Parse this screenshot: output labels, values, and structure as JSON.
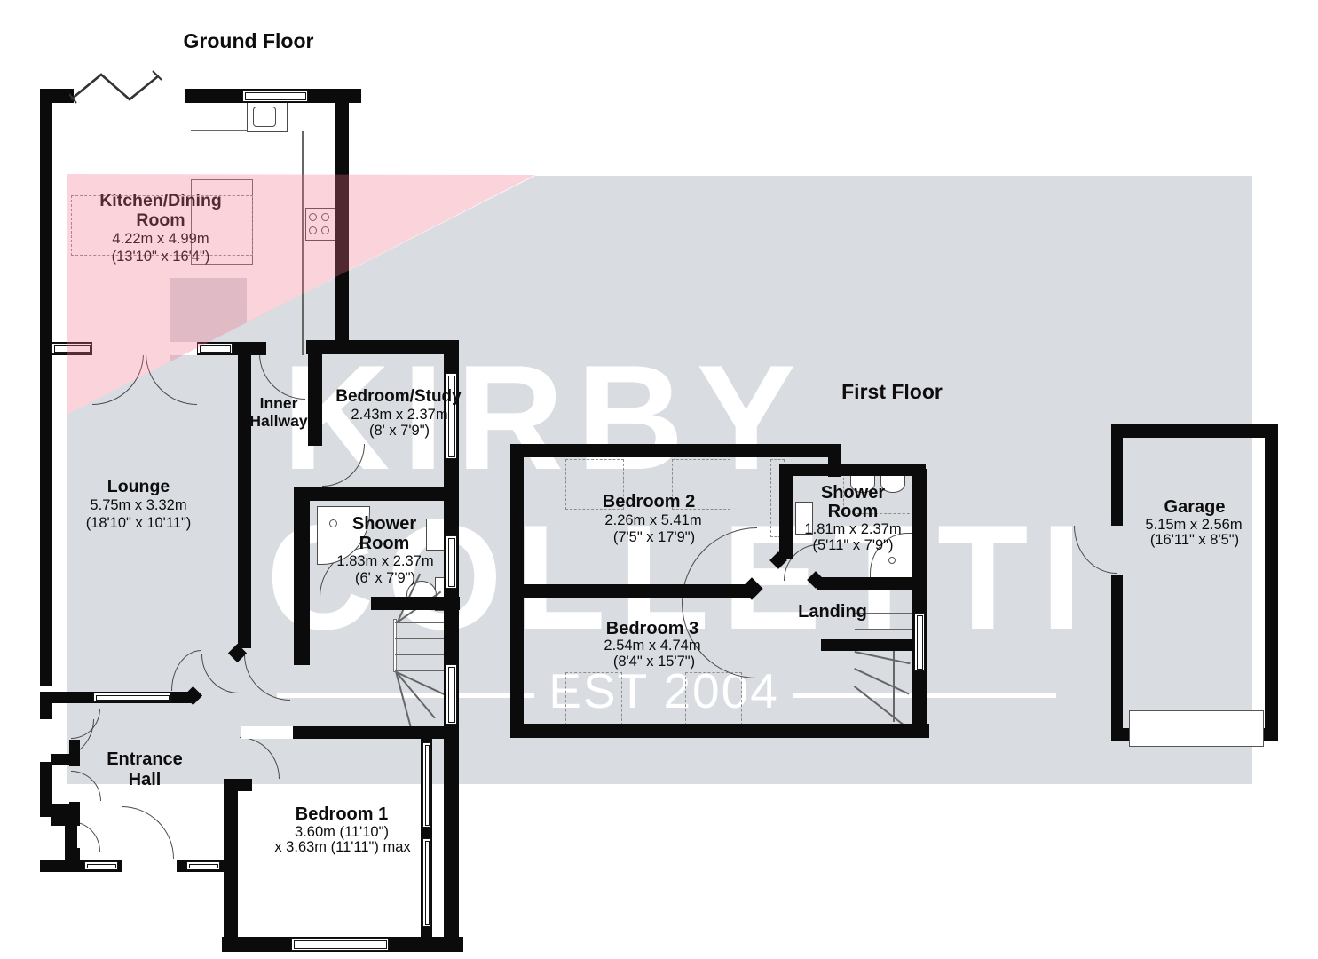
{
  "titles": {
    "ground": "Ground Floor",
    "first": "First Floor"
  },
  "watermark": {
    "word1": "KIRBY",
    "word2": "COLLETTI",
    "established": "EST 2004"
  },
  "colors": {
    "house_gray": "#d9dce1",
    "roof_pink": "#f8dee3",
    "wall_black": "#0b0b0b",
    "watermark_text": "#ffffff"
  },
  "rooms": {
    "kitchen": {
      "name1": "Kitchen/Dining",
      "name2": "Room",
      "metric": "4.22m x 4.99m",
      "imperial": "(13'10\" x 16'4\")"
    },
    "lounge": {
      "name": "Lounge",
      "metric": "5.75m x 3.32m",
      "imperial": "(18'10\" x 10'11\")"
    },
    "hallway": {
      "name1": "Inner",
      "name2": "Hallway"
    },
    "study": {
      "name": "Bedroom/Study",
      "metric": "2.43m x 2.37m",
      "imperial": "(8' x 7'9\")"
    },
    "shower_g": {
      "name1": "Shower",
      "name2": "Room",
      "metric": "1.83m x 2.37m",
      "imperial": "(6' x 7'9\")"
    },
    "hall": {
      "name1": "Entrance",
      "name2": "Hall"
    },
    "bed1": {
      "name": "Bedroom 1",
      "metric": "3.60m (11'10\")",
      "imperial": "x 3.63m (11'11\") max"
    },
    "bed2": {
      "name": "Bedroom 2",
      "metric": "2.26m x 5.41m",
      "imperial": "(7'5\" x 17'9\")"
    },
    "shower_f": {
      "name1": "Shower",
      "name2": "Room",
      "metric": "1.81m x 2.37m",
      "imperial": "(5'11\" x 7'9\")"
    },
    "landing": {
      "name": "Landing"
    },
    "bed3": {
      "name": "Bedroom 3",
      "metric": "2.54m x 4.74m",
      "imperial": "(8'4\" x 15'7\")"
    },
    "garage": {
      "name": "Garage",
      "metric": "5.15m x 2.56m",
      "imperial": "(16'11\" x 8'5\")"
    }
  }
}
